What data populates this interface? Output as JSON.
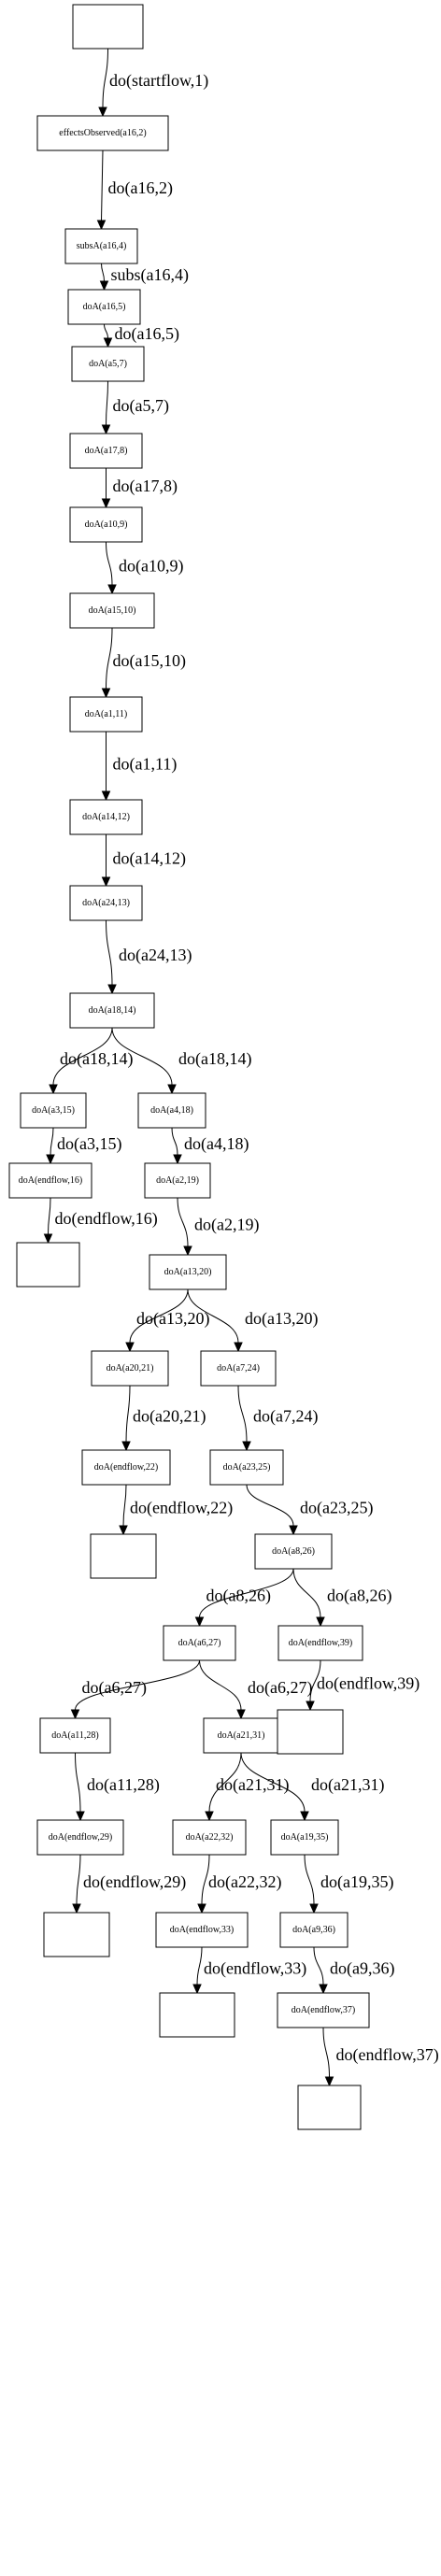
{
  "nodes": [
    {
      "id": "n0",
      "label": ""
    },
    {
      "id": "n1",
      "label": "effectsObserved(a16,2)"
    },
    {
      "id": "n2",
      "label": "subsA(a16,4)"
    },
    {
      "id": "n3",
      "label": "doA(a16,5)"
    },
    {
      "id": "n4",
      "label": "doA(a5,7)"
    },
    {
      "id": "n5",
      "label": "doA(a17,8)"
    },
    {
      "id": "n6",
      "label": "doA(a10,9)"
    },
    {
      "id": "n7",
      "label": "doA(a15,10)"
    },
    {
      "id": "n8",
      "label": "doA(a1,11)"
    },
    {
      "id": "n9",
      "label": "doA(a14,12)"
    },
    {
      "id": "n10",
      "label": "doA(a24,13)"
    },
    {
      "id": "n11",
      "label": "doA(a18,14)"
    },
    {
      "id": "n12",
      "label": "doA(a3,15)"
    },
    {
      "id": "n13",
      "label": "doA(a4,18)"
    },
    {
      "id": "n14",
      "label": "doA(endflow,16)"
    },
    {
      "id": "n15",
      "label": "doA(a2,19)"
    },
    {
      "id": "n16",
      "label": ""
    },
    {
      "id": "n17",
      "label": "doA(a13,20)"
    },
    {
      "id": "n18",
      "label": "doA(a20,21)"
    },
    {
      "id": "n19",
      "label": "doA(a7,24)"
    },
    {
      "id": "n20",
      "label": "doA(endflow,22)"
    },
    {
      "id": "n21",
      "label": "doA(a23,25)"
    },
    {
      "id": "n22",
      "label": ""
    },
    {
      "id": "n23",
      "label": "doA(a8,26)"
    },
    {
      "id": "n24",
      "label": "doA(a6,27)"
    },
    {
      "id": "n25",
      "label": "doA(endflow,39)"
    },
    {
      "id": "n26",
      "label": "doA(a11,28)"
    },
    {
      "id": "n27",
      "label": "doA(a21,31)"
    },
    {
      "id": "n28",
      "label": ""
    },
    {
      "id": "n29",
      "label": "doA(endflow,29)"
    },
    {
      "id": "n30",
      "label": "doA(a22,32)"
    },
    {
      "id": "n31",
      "label": "doA(a19,35)"
    },
    {
      "id": "n32",
      "label": ""
    },
    {
      "id": "n33",
      "label": "doA(endflow,33)"
    },
    {
      "id": "n34",
      "label": "doA(a9,36)"
    },
    {
      "id": "n35",
      "label": ""
    },
    {
      "id": "n36",
      "label": "doA(endflow,37)"
    },
    {
      "id": "n37",
      "label": ""
    }
  ],
  "edges": [
    {
      "from": "n0",
      "to": "n1",
      "label": "do(startflow,1)"
    },
    {
      "from": "n1",
      "to": "n2",
      "label": "do(a16,2)"
    },
    {
      "from": "n2",
      "to": "n3",
      "label": "subs(a16,4)"
    },
    {
      "from": "n3",
      "to": "n4",
      "label": "do(a16,5)"
    },
    {
      "from": "n4",
      "to": "n5",
      "label": "do(a5,7)"
    },
    {
      "from": "n5",
      "to": "n6",
      "label": "do(a17,8)"
    },
    {
      "from": "n6",
      "to": "n7",
      "label": "do(a10,9)"
    },
    {
      "from": "n7",
      "to": "n8",
      "label": "do(a15,10)"
    },
    {
      "from": "n8",
      "to": "n9",
      "label": "do(a1,11)"
    },
    {
      "from": "n9",
      "to": "n10",
      "label": "do(a14,12)"
    },
    {
      "from": "n10",
      "to": "n11",
      "label": "do(a24,13)"
    },
    {
      "from": "n11",
      "to": "n12",
      "label": "do(a18,14)"
    },
    {
      "from": "n11",
      "to": "n13",
      "label": "do(a18,14)"
    },
    {
      "from": "n12",
      "to": "n14",
      "label": "do(a3,15)"
    },
    {
      "from": "n13",
      "to": "n15",
      "label": "do(a4,18)"
    },
    {
      "from": "n14",
      "to": "n16",
      "label": "do(endflow,16)"
    },
    {
      "from": "n15",
      "to": "n17",
      "label": "do(a2,19)"
    },
    {
      "from": "n17",
      "to": "n18",
      "label": "do(a13,20)"
    },
    {
      "from": "n17",
      "to": "n19",
      "label": "do(a13,20)"
    },
    {
      "from": "n18",
      "to": "n20",
      "label": "do(a20,21)"
    },
    {
      "from": "n19",
      "to": "n21",
      "label": "do(a7,24)"
    },
    {
      "from": "n20",
      "to": "n22",
      "label": "do(endflow,22)"
    },
    {
      "from": "n21",
      "to": "n23",
      "label": "do(a23,25)"
    },
    {
      "from": "n23",
      "to": "n24",
      "label": "do(a8,26)"
    },
    {
      "from": "n23",
      "to": "n25",
      "label": "do(a8,26)"
    },
    {
      "from": "n24",
      "to": "n26",
      "label": "do(a6,27)"
    },
    {
      "from": "n24",
      "to": "n27",
      "label": "do(a6,27)"
    },
    {
      "from": "n25",
      "to": "n28",
      "label": "do(endflow,39)"
    },
    {
      "from": "n26",
      "to": "n29",
      "label": "do(a11,28)"
    },
    {
      "from": "n27",
      "to": "n30",
      "label": "do(a21,31)"
    },
    {
      "from": "n27",
      "to": "n31",
      "label": "do(a21,31)"
    },
    {
      "from": "n29",
      "to": "n32",
      "label": "do(endflow,29)"
    },
    {
      "from": "n30",
      "to": "n33",
      "label": "do(a22,32)"
    },
    {
      "from": "n31",
      "to": "n34",
      "label": "do(a19,35)"
    },
    {
      "from": "n33",
      "to": "n35",
      "label": "do(endflow,33)"
    },
    {
      "from": "n34",
      "to": "n36",
      "label": "do(a9,36)"
    },
    {
      "from": "n36",
      "to": "n37",
      "label": "do(endflow,37)"
    }
  ]
}
